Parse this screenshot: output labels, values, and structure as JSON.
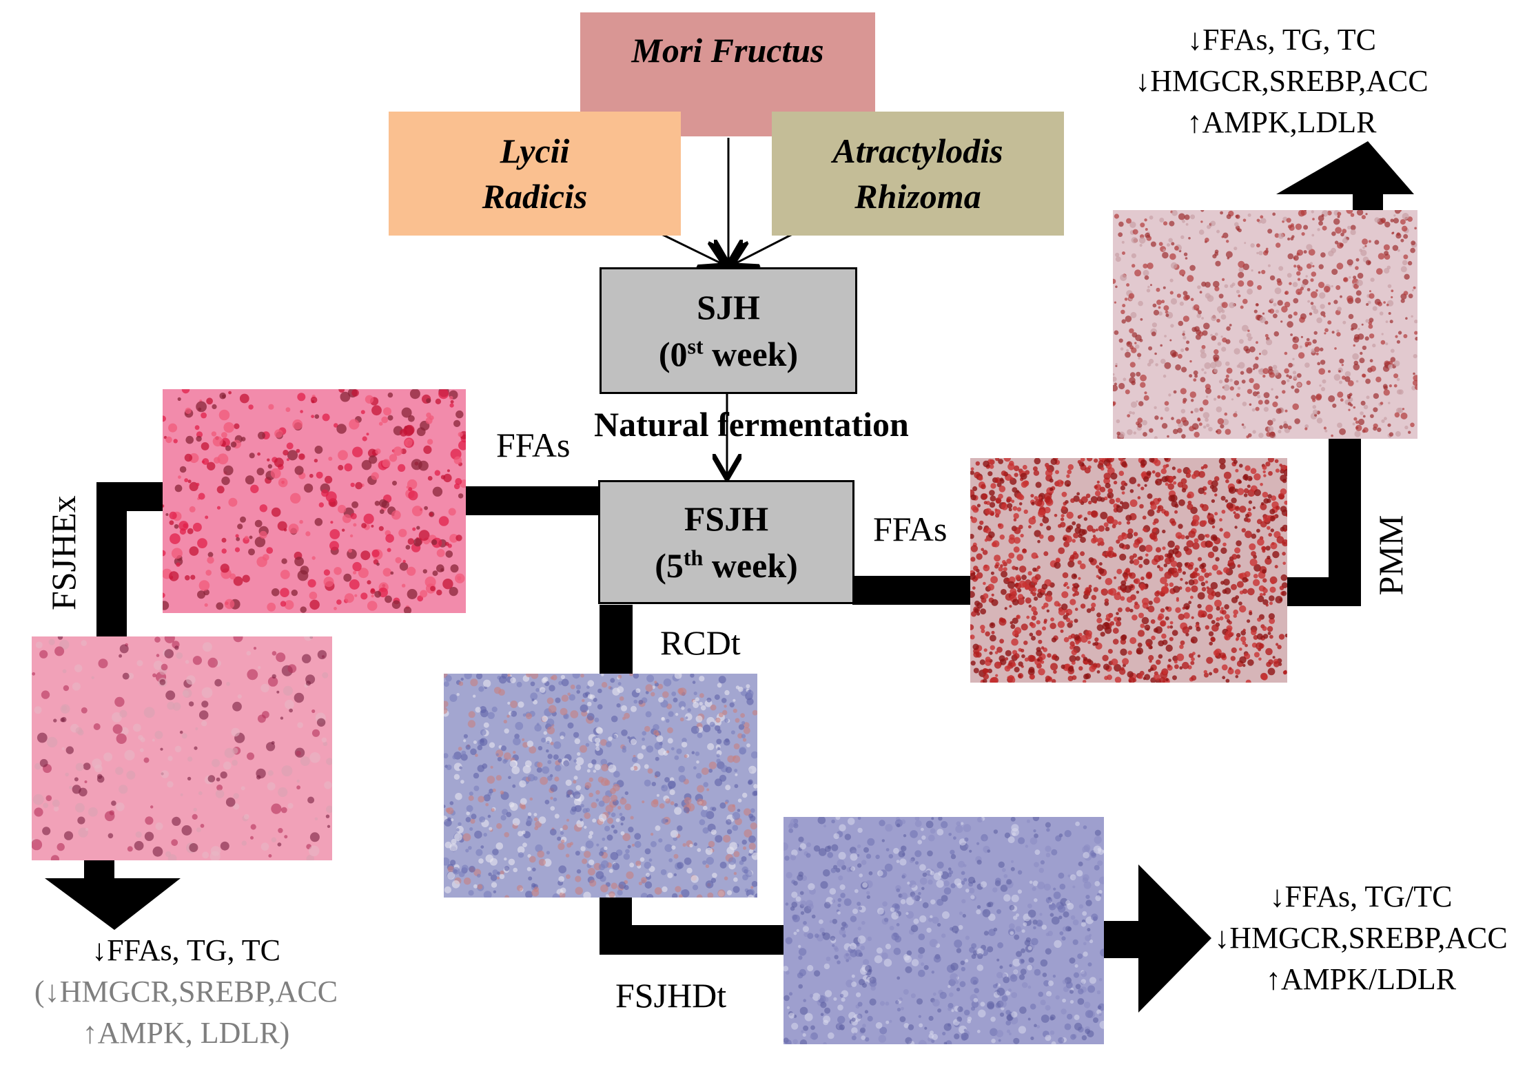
{
  "herbs": {
    "mori": "Mori Fructus",
    "lycii": [
      "Lycii",
      "Radicis"
    ],
    "atractylodis": [
      "Atractylodis",
      "Rhizoma"
    ]
  },
  "stages": {
    "sjh": {
      "name": "SJH",
      "week_num": "0",
      "week_sup": "st",
      "week_word": " week)"
    },
    "fsjh": {
      "name": "FSJH",
      "week_num": "5",
      "week_sup": "th",
      "week_word": " week)"
    },
    "process": "Natural fermentation"
  },
  "labels": {
    "ffas_left": "FFAs",
    "ffas_right": "FFAs",
    "rcdt": "RCDt",
    "fsjhdt": "FSJHDt",
    "fsjhex": "FSJHEx",
    "pmm": "PMM"
  },
  "effects": {
    "top_right": [
      "↓FFAs, TG, TC",
      "↓HMGCR,SREBP,ACC",
      "↑AMPK,LDLR"
    ],
    "bottom_left": [
      "↓FFAs, TG, TC",
      "(↓HMGCR,SREBP,ACC",
      "↑AMPK, LDLR)"
    ],
    "bottom_right": [
      "↓FFAs, TG/TC",
      "↓HMGCR,SREBP,ACC",
      "↑AMPK/LDLR"
    ]
  },
  "colors": {
    "mori_box": "#d99694",
    "lycii_box": "#fac090",
    "atractylodis_box": "#c4bd97",
    "stage_box": "#c0c0c0",
    "muted_text": "#7f7f7f"
  }
}
